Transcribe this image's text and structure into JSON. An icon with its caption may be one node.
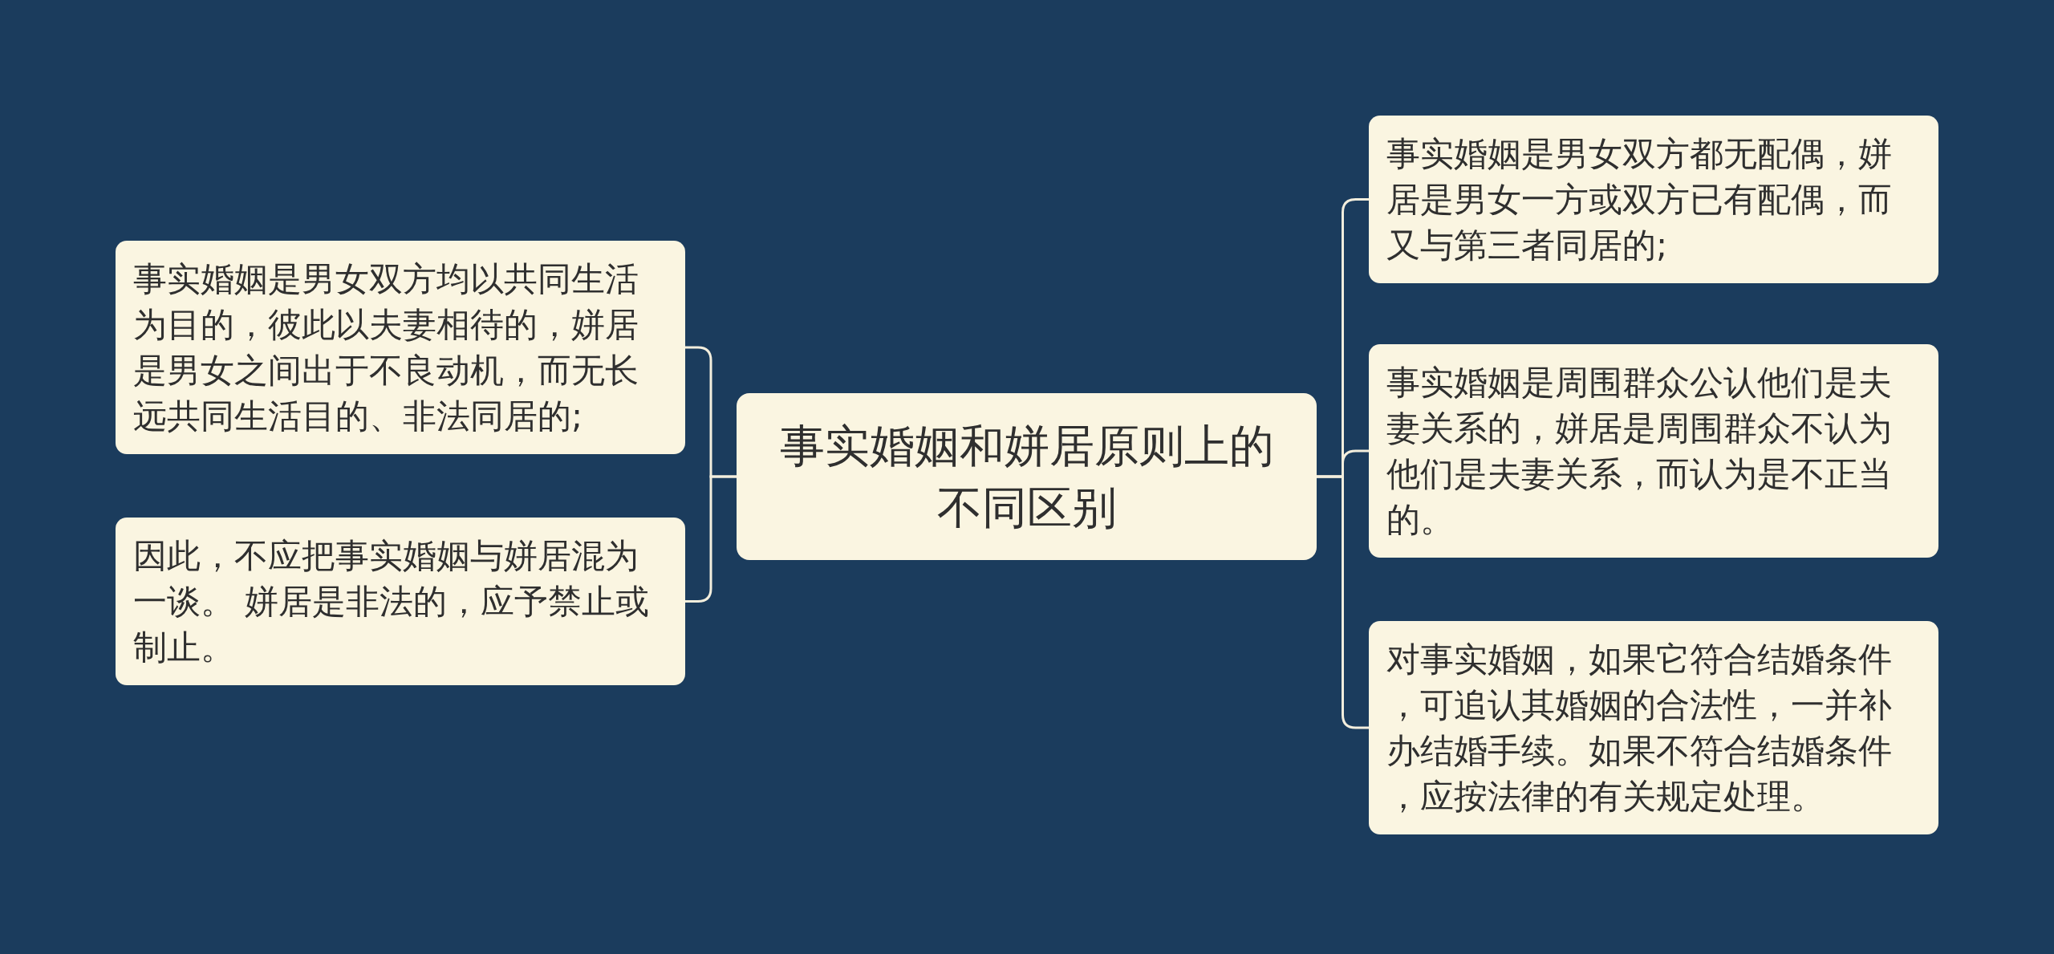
{
  "diagram": {
    "nodes": [
      {
        "text": [
          "事实婚姻和姘居原则上的不同区别"
        ]
      },
      {
        "text": [
          "事实婚姻是男女双方均以共同生活为目的，彼此以夫妻相待的，姘居是男女之间出于不良动机，而无长远共同生活目的、非法同居的;"
        ]
      },
      {
        "text": [
          "因此，不应把事实婚姻与姘居混为一谈。 姘居是非法的，应予禁止或制止。"
        ]
      },
      {
        "text": [
          "事实婚姻是男女双方都无配偶，姘居是男女一方或双方已有配偶，而又与第三者同居的;"
        ]
      },
      {
        "text": [
          "事实婚姻是周围群众公认他们是夫妻关系的，姘居是周围群众不认为他们是夫妻关系，而认为是不正当的。"
        ]
      },
      {
        "text": [
          "对事实婚姻，如果它符合结婚条件，可追认其婚姻的合法性，一并补办结婚手续。如果不符合结婚条件，应按法律的有关规定处理。"
        ]
      }
    ],
    "edges": [
      {
        "from": 0,
        "to": 1,
        "arrow": "none"
      },
      {
        "from": 0,
        "to": 2,
        "arrow": "none"
      },
      {
        "from": 0,
        "to": 3,
        "arrow": "none"
      },
      {
        "from": 0,
        "to": 4,
        "arrow": "none"
      },
      {
        "from": 0,
        "to": 5,
        "arrow": "none"
      }
    ]
  }
}
